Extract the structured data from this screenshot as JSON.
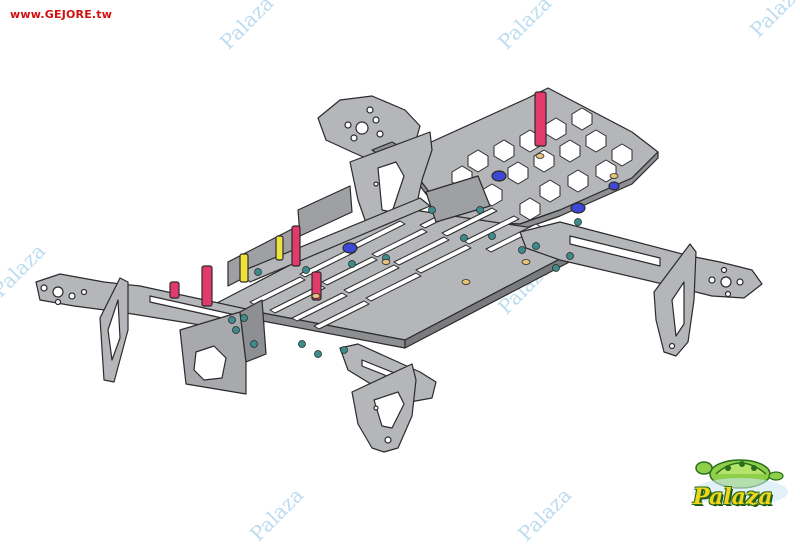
{
  "site": {
    "url_label": "www.GEJORE.tw"
  },
  "watermark": {
    "text": "Palaza"
  },
  "logo": {
    "text": "Palaza"
  },
  "colors": {
    "plate": "#b5b6ba",
    "plate_edge": "#2b2b2b",
    "standoff_red": "#e23a6a",
    "standoff_yellow": "#f0e23c",
    "nut_blue": "#3d49d6",
    "screw_teal": "#3c8c8c",
    "watermark": "#bcdcef"
  }
}
